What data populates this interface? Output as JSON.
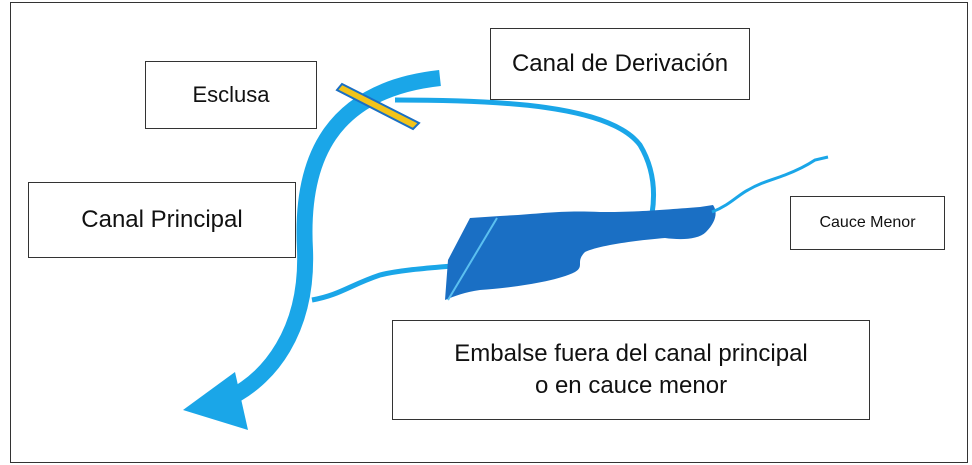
{
  "labels": {
    "esclusa": "Esclusa",
    "canal_derivacion": "Canal de Derivación",
    "canal_principal": "Canal Principal",
    "cauce_menor": "Cauce Menor",
    "embalse_line1": "Embalse fuera del canal principal",
    "embalse_line2": "o en cauce menor"
  },
  "colors": {
    "channel": "#1aa6e8",
    "reservoir": "#1a6fc4",
    "lock": "#f2c31a",
    "border": "#333333"
  }
}
